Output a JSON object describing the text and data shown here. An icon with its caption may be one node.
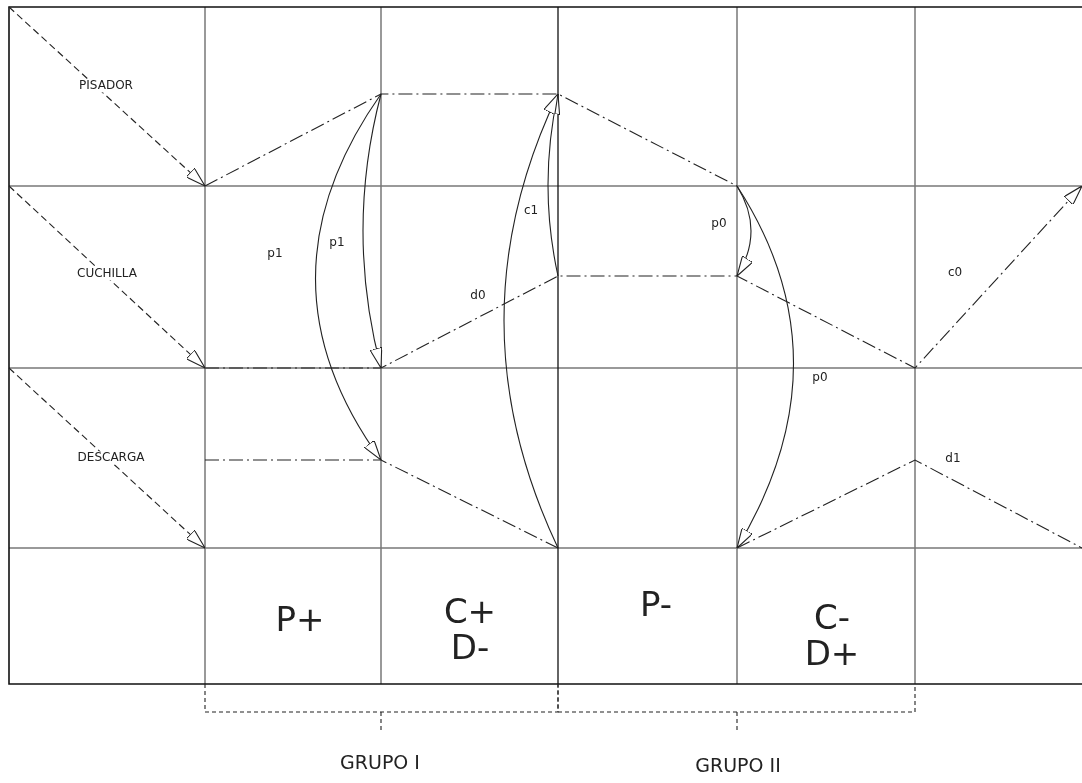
{
  "diagram": {
    "labels": [
      "PISADOR",
      "p1",
      "p1",
      "c1",
      "p0",
      "CUCHILLA",
      "d0",
      "c0",
      "p0",
      "DESCARGA",
      "d1",
      "P+",
      "C+ D-",
      "P-",
      "C- D+",
      "GRUPO I",
      "GRUPO II"
    ]
  }
}
